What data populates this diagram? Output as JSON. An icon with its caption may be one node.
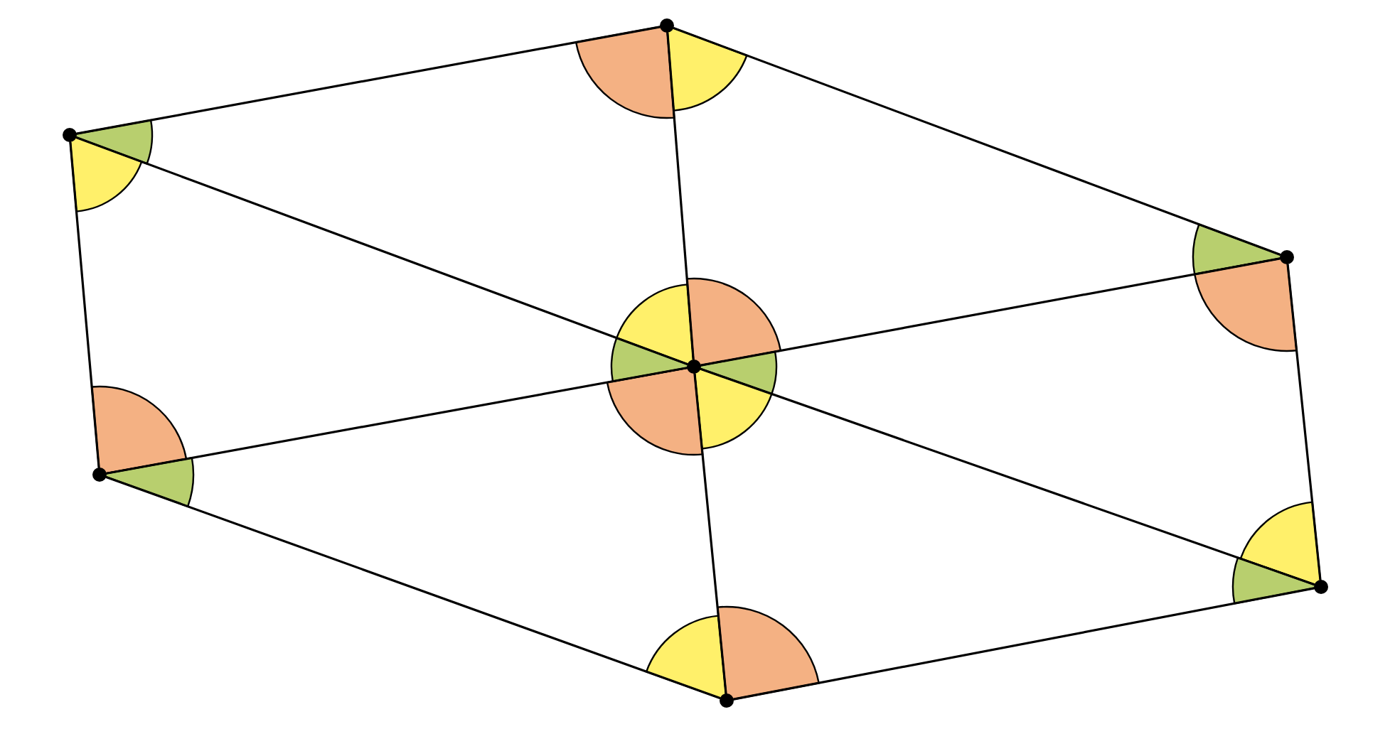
{
  "diagram": {
    "nodes": [
      {
        "text": [],
        "shape": "circle"
      },
      {
        "text": [],
        "shape": "circle"
      },
      {
        "text": [],
        "shape": "circle"
      },
      {
        "text": [],
        "shape": "circle"
      },
      {
        "text": [],
        "shape": "circle"
      },
      {
        "text": [],
        "shape": "circle"
      },
      {
        "text": [],
        "shape": "circle"
      }
    ],
    "edges": [
      {
        "from": 1,
        "to": 0,
        "arrow": "none"
      },
      {
        "from": 0,
        "to": 2,
        "arrow": "none"
      },
      {
        "from": 2,
        "to": 5,
        "arrow": "none"
      },
      {
        "from": 5,
        "to": 6,
        "arrow": "none"
      },
      {
        "from": 6,
        "to": 4,
        "arrow": "none"
      },
      {
        "from": 4,
        "to": 1,
        "arrow": "none"
      },
      {
        "from": 1,
        "to": 3,
        "arrow": "none"
      },
      {
        "from": 3,
        "to": 5,
        "arrow": "none"
      },
      {
        "from": 0,
        "to": 3,
        "arrow": "none"
      },
      {
        "from": 3,
        "to": 6,
        "arrow": "none"
      },
      {
        "from": 4,
        "to": 3,
        "arrow": "none"
      },
      {
        "from": 3,
        "to": 2,
        "arrow": "none"
      }
    ]
  }
}
